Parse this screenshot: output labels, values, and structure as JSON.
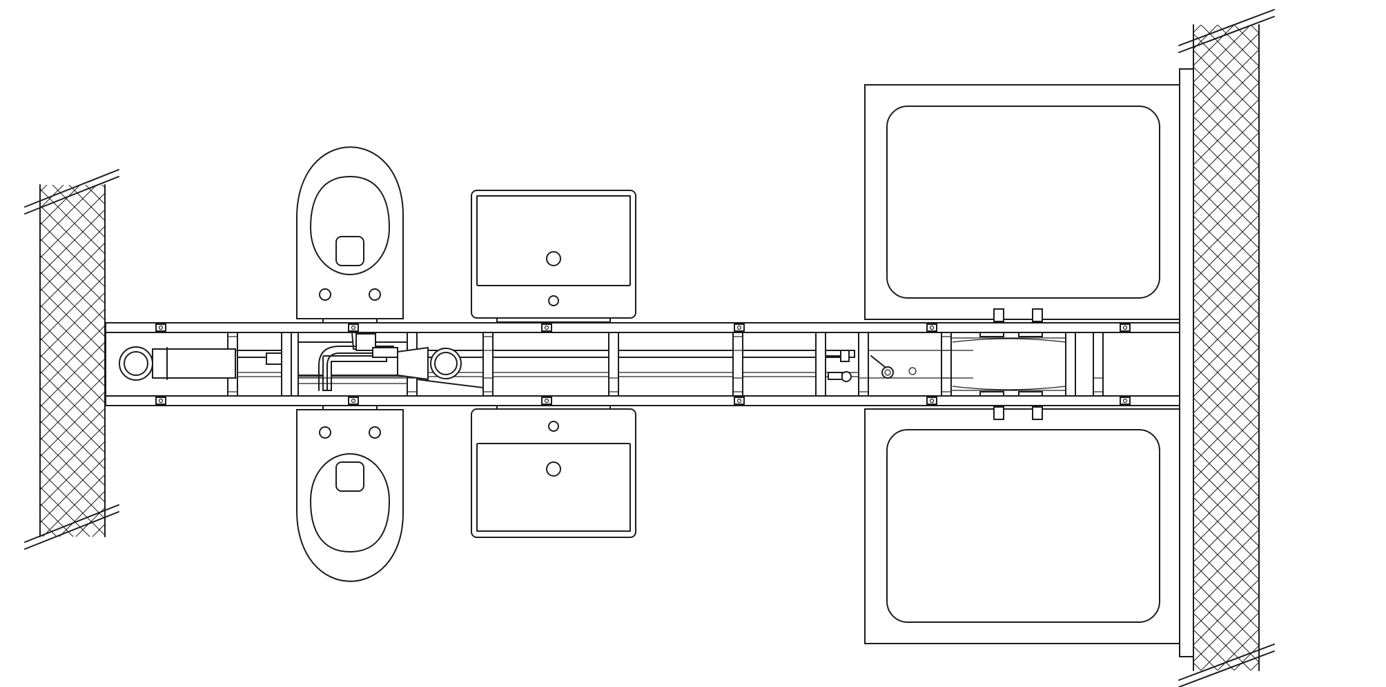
{
  "diagram": {
    "view": "plan",
    "fixtures": [
      {
        "type": "wall",
        "side": "left",
        "fill": "crosshatch"
      },
      {
        "type": "wall",
        "side": "right",
        "fill": "crosshatch"
      },
      {
        "type": "installation-frame",
        "orientation": "horizontal"
      },
      {
        "type": "wall-hung-toilet",
        "side": "top"
      },
      {
        "type": "wall-hung-toilet",
        "side": "bottom"
      },
      {
        "type": "washbasin",
        "side": "top"
      },
      {
        "type": "washbasin",
        "side": "bottom"
      },
      {
        "type": "bathtub",
        "side": "top"
      },
      {
        "type": "bathtub",
        "side": "bottom"
      }
    ],
    "colors": {
      "line": "#1a1a1a",
      "background": "#ffffff"
    }
  }
}
